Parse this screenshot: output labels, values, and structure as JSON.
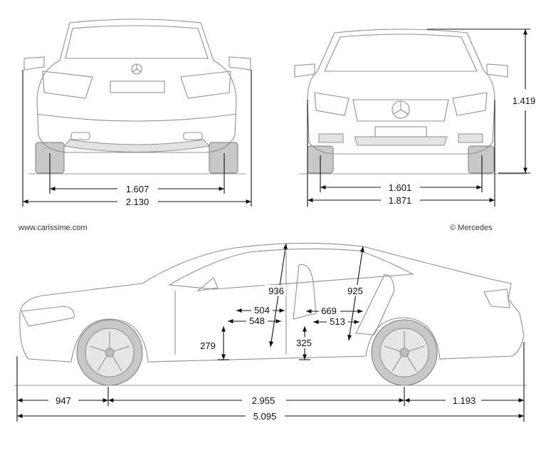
{
  "credits": {
    "website": "www.carissime.com",
    "copyright": "© Mercedes"
  },
  "dimensions": {
    "rear_track": "1.607",
    "width_with_mirrors": "2.130",
    "front_track": "1.601",
    "width": "1.871",
    "height": "1.419",
    "front_overhang": "947",
    "wheelbase": "2.955",
    "rear_overhang": "1.193",
    "length": "5.095",
    "front_headroom": "936",
    "rear_headroom": "925",
    "front_legroom": "504",
    "front_seat_depth": "548",
    "rear_legroom": "669",
    "rear_seat_depth": "513",
    "front_seat_height": "279",
    "rear_seat_height": "325"
  },
  "colors": {
    "outline": "#8f8f8f",
    "tire": "#c8c8c8",
    "dimension_line": "#111111"
  }
}
